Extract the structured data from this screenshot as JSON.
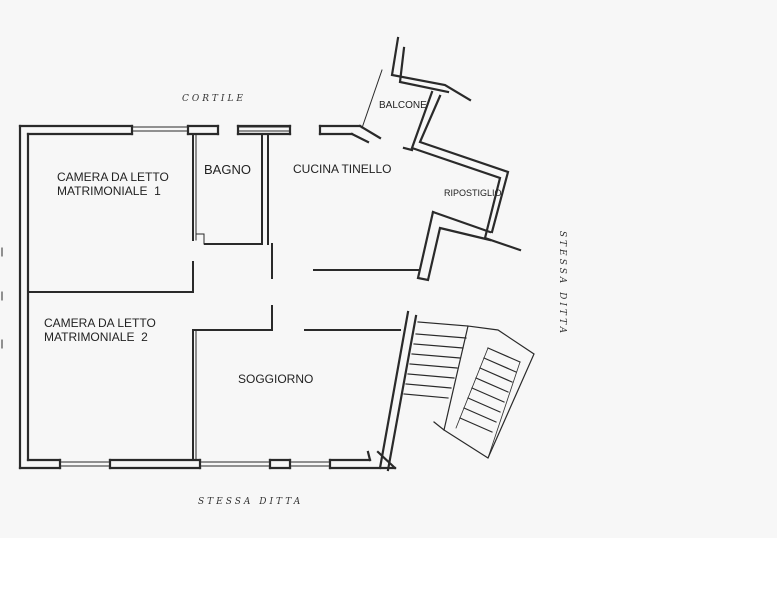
{
  "plan": {
    "surroundings": {
      "courtyard": "CORTILE",
      "neighbor_bottom": "STESSA DITTA",
      "neighbor_right": "STESSA DITTA"
    },
    "rooms": {
      "balcony": "BALCONE",
      "bedroom1_line1": "CAMERA DA LETTO",
      "bedroom1_line2": "MATRIMONIALE  1",
      "bathroom": "BAGNO",
      "kitchen": "CUCINA TINELLO",
      "storage": "RIPOSTIGLIO",
      "bedroom2_line1": "CAMERA DA LETTO",
      "bedroom2_line2": "MATRIMONIALE  2",
      "living": "SOGGIORNO"
    }
  }
}
